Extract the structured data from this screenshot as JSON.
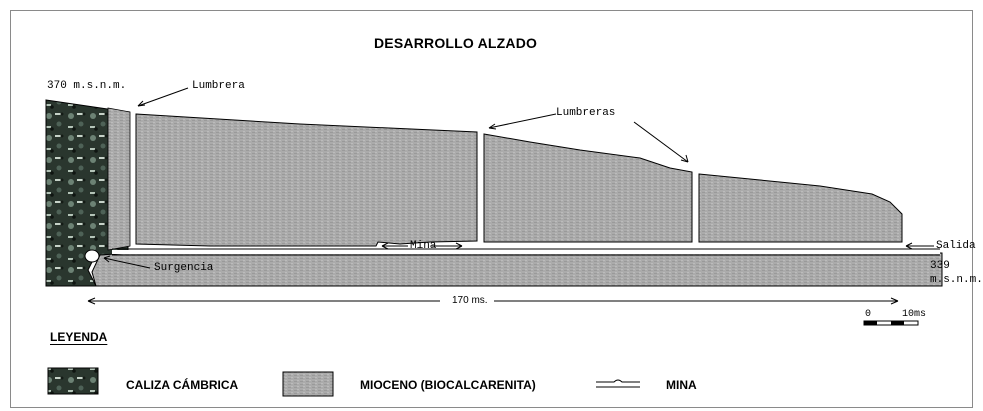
{
  "title": "DESARROLLO ALZADO",
  "labels": {
    "elev_top": "370 m.s.n.m.",
    "lumbrera": "Lumbrera",
    "lumbreras": "Lumbreras",
    "mina": "Mina",
    "surgencia": "Surgencia",
    "salida": "Salida",
    "elev_bottom_value": "339",
    "elev_bottom_unit": "m.s.n.m.",
    "length": "170 ms.",
    "scale_zero": "0",
    "scale_ten": "10ms"
  },
  "legend": {
    "title": "LEYENDA",
    "items": [
      {
        "label": "CALIZA CÁMBRICA",
        "swatch": "caliza"
      },
      {
        "label": "MIOCENO (BIOCALCARENITA)",
        "swatch": "mioceno"
      },
      {
        "label": "MINA",
        "swatch": "mina"
      }
    ]
  },
  "colors": {
    "caliza_dark": "#1f2a22",
    "caliza_light": "#9fb3a4",
    "mioceno_fill": "#a9a9a9",
    "line": "#000000"
  }
}
